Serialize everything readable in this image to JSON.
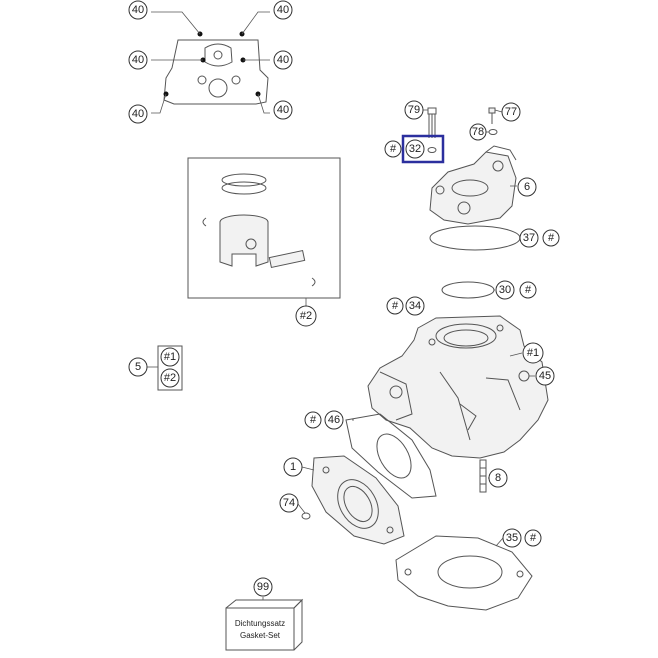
{
  "callouts": [
    {
      "id": "c40a",
      "label": "40"
    },
    {
      "id": "c40b",
      "label": "40"
    },
    {
      "id": "c40c",
      "label": "40"
    },
    {
      "id": "c40d",
      "label": "40"
    },
    {
      "id": "c40e",
      "label": "40"
    },
    {
      "id": "c40f",
      "label": "40"
    },
    {
      "id": "c79",
      "label": "79"
    },
    {
      "id": "c77",
      "label": "77"
    },
    {
      "id": "c78",
      "label": "78"
    },
    {
      "id": "c32",
      "label": "32"
    },
    {
      "id": "c32h",
      "label": "#"
    },
    {
      "id": "c6",
      "label": "6"
    },
    {
      "id": "c37",
      "label": "37"
    },
    {
      "id": "c37h",
      "label": "#"
    },
    {
      "id": "c30",
      "label": "30"
    },
    {
      "id": "c30h",
      "label": "#"
    },
    {
      "id": "c34h",
      "label": "#"
    },
    {
      "id": "c34",
      "label": "34"
    },
    {
      "id": "c1r",
      "label": "#1"
    },
    {
      "id": "c45",
      "label": "45"
    },
    {
      "id": "c2",
      "label": "#2"
    },
    {
      "id": "c5",
      "label": "5"
    },
    {
      "id": "c5a",
      "label": "#1"
    },
    {
      "id": "c5b",
      "label": "#2"
    },
    {
      "id": "c46h",
      "label": "#"
    },
    {
      "id": "c46",
      "label": "46"
    },
    {
      "id": "c1",
      "label": "1"
    },
    {
      "id": "c8",
      "label": "8"
    },
    {
      "id": "c74",
      "label": "74"
    },
    {
      "id": "c35",
      "label": "35"
    },
    {
      "id": "c35h",
      "label": "#"
    },
    {
      "id": "c99",
      "label": "99"
    }
  ],
  "gasket_box": {
    "line1": "Dichtungssatz",
    "line2": "Gasket-Set"
  },
  "highlight_color": "#2b2f9e"
}
